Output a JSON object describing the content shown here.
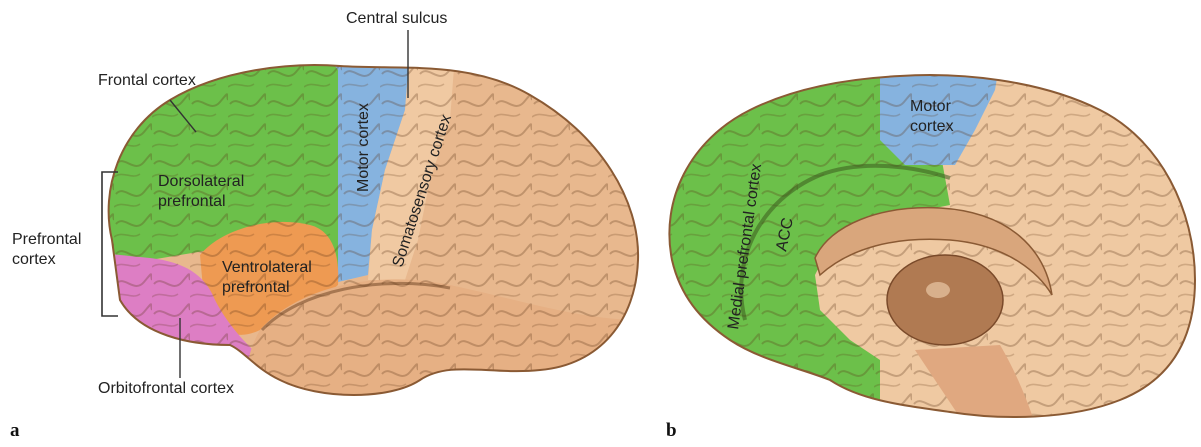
{
  "panel_a": {
    "letter": "a",
    "labels": {
      "central_sulcus": "Central sulcus",
      "frontal_cortex": "Frontal cortex",
      "prefrontal_cortex_line1": "Prefrontal",
      "prefrontal_cortex_line2": "cortex",
      "dorsolateral_line1": "Dorsolateral",
      "dorsolateral_line2": "prefrontal",
      "ventrolateral_line1": "Ventrolateral",
      "ventrolateral_line2": "prefrontal",
      "motor_cortex": "Motor cortex",
      "somatosensory_cortex": "Somatosensory cortex",
      "orbitofrontal_cortex": "Orbitofrontal cortex"
    }
  },
  "panel_b": {
    "letter": "b",
    "labels": {
      "motor_cortex_line1": "Motor",
      "motor_cortex_line2": "cortex",
      "medial_prefrontal_cortex": "Medial prefrontal cortex",
      "acc": "ACC"
    }
  },
  "colors": {
    "frontal_green": "#6cc04a",
    "motor_blue": "#86b3df",
    "ventrolateral_orange": "#ee9a52",
    "orbitofrontal_pink": "#dd7ec4",
    "brain_tan": "#e8b88e",
    "brain_light": "#f0d2b0",
    "corpus_callosum": "#d9a67c",
    "thalamus": "#b07a52"
  }
}
